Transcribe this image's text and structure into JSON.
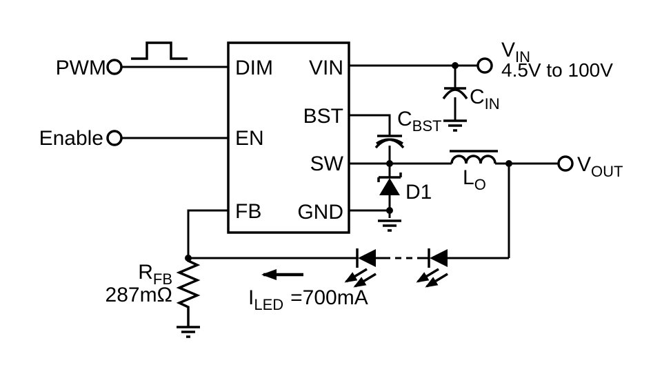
{
  "colors": {
    "ink": "#000000",
    "background": "#ffffff"
  },
  "ic": {
    "pins_left": [
      {
        "name": "DIM"
      },
      {
        "name": "EN"
      },
      {
        "name": "FB"
      }
    ],
    "pins_right": [
      {
        "name": "VIN"
      },
      {
        "name": "BST"
      },
      {
        "name": "SW"
      },
      {
        "name": "GND"
      }
    ]
  },
  "inputs": {
    "pwm": "PWM",
    "enable": "Enable"
  },
  "supply": {
    "label": "V",
    "label_sub": "IN",
    "range": "4.5V to 100V"
  },
  "output": {
    "label": "V",
    "label_sub": "OUT"
  },
  "components": {
    "cin": {
      "label": "C",
      "label_sub": "IN"
    },
    "cbst": {
      "label": "C",
      "label_sub": "BST"
    },
    "d1": {
      "label": "D1"
    },
    "inductor": {
      "label": "L",
      "label_sub": "O"
    },
    "rfb": {
      "label": "R",
      "label_sub": "FB",
      "value": "287mΩ"
    },
    "led_current": {
      "label": "I",
      "label_sub": "LED",
      "value": "=700mA"
    }
  }
}
